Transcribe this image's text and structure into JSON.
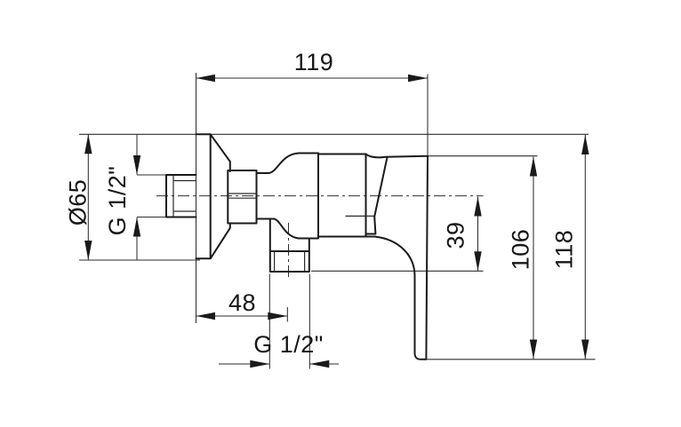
{
  "drawing": {
    "background": "#ffffff",
    "line_color": "#1a1a1a",
    "dim_labels": {
      "overall_width": "119",
      "flange_diameter": "Ø65",
      "inlet_thread": "G 1/2\"",
      "wall_to_outlet": "48",
      "outlet_thread": "G 1/2\"",
      "axis_to_outlet": "39",
      "handle_height": "106",
      "overall_height": "118"
    }
  }
}
